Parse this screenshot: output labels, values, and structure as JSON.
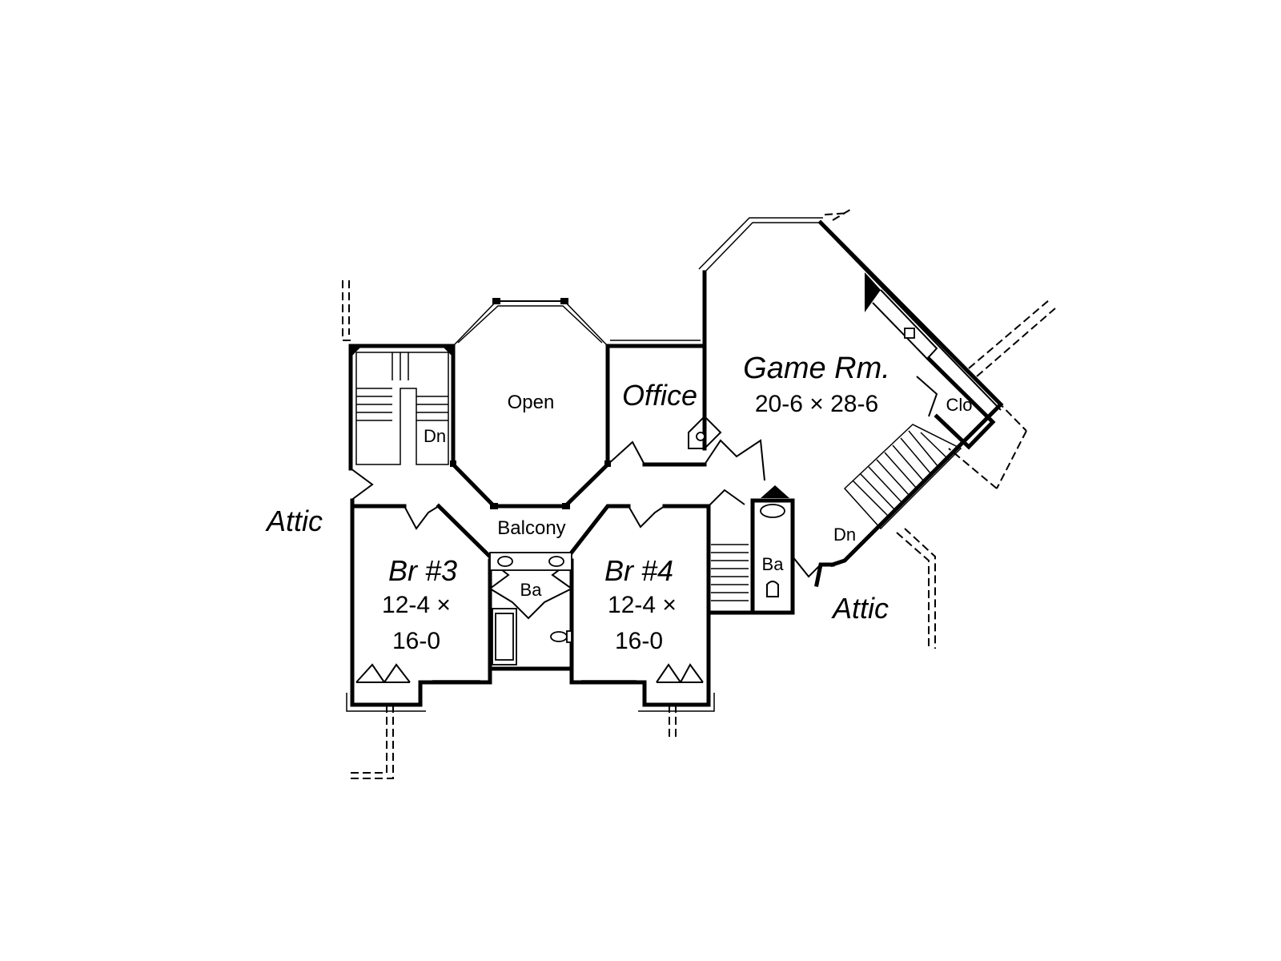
{
  "rooms": {
    "game_room": {
      "name": "Game Rm.",
      "dims": "20-6 × 28-6"
    },
    "office": {
      "name": "Office"
    },
    "open": {
      "name": "Open"
    },
    "balcony": {
      "name": "Balcony"
    },
    "bedroom3": {
      "name": "Br #3",
      "dims_line1": "12-4 ×",
      "dims_line2": "16-0"
    },
    "bedroom4": {
      "name": "Br #4",
      "dims_line1": "12-4 ×",
      "dims_line2": "16-0"
    },
    "bath_center": {
      "name": "Ba"
    },
    "bath_right": {
      "name": "Ba"
    },
    "closet": {
      "name": "Clo"
    }
  },
  "attic_left": "Attic",
  "attic_right": "Attic",
  "stair_left_label": "Dn",
  "stair_right_label": "Dn",
  "colors": {
    "line": "#000000",
    "background": "#ffffff"
  }
}
